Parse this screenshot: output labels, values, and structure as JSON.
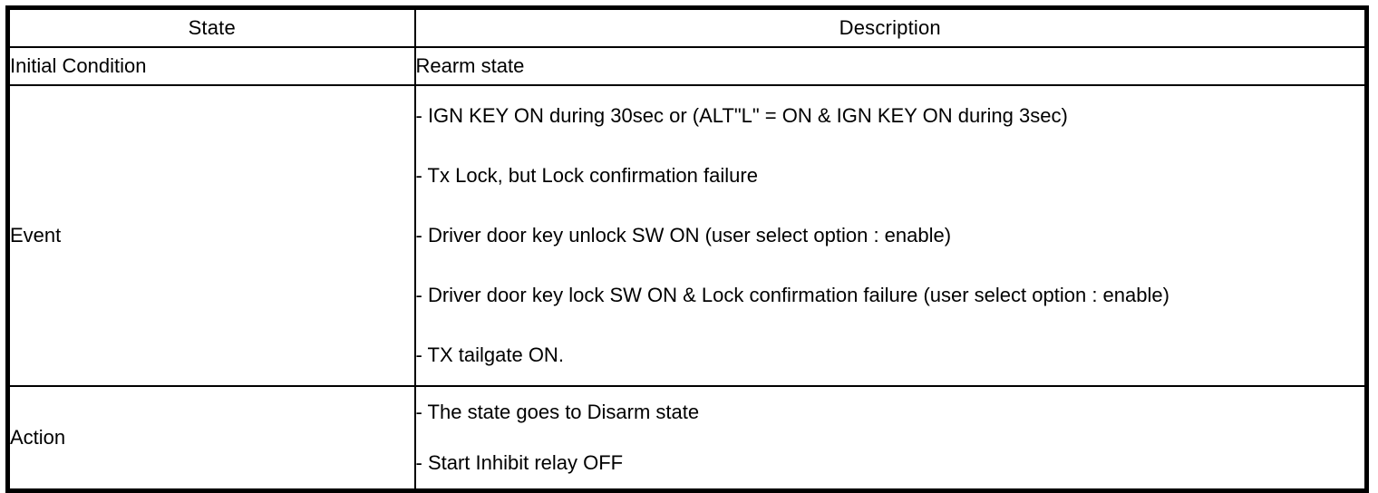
{
  "table": {
    "headers": {
      "state": "State",
      "description": "Description"
    },
    "rows": [
      {
        "state": "Initial Condition",
        "kind": "single",
        "description": "Rearm state"
      },
      {
        "state": "Event",
        "kind": "list",
        "items": [
          "-  IGN KEY ON during 30sec or (ALT\"L\" = ON & IGN KEY ON during 3sec)",
          "-  Tx Lock, but Lock confirmation failure",
          "-  Driver door key unlock SW ON (user select option : enable)",
          "-  Driver door key lock SW ON & Lock confirmation failure (user select option : enable)",
          "-  TX tailgate ON."
        ]
      },
      {
        "state": "Action",
        "kind": "list",
        "items": [
          "-  The state goes to Disarm state",
          "-  Start Inhibit relay OFF"
        ]
      }
    ]
  },
  "colors": {
    "border": "#000000",
    "text": "#000000",
    "background": "#ffffff"
  }
}
